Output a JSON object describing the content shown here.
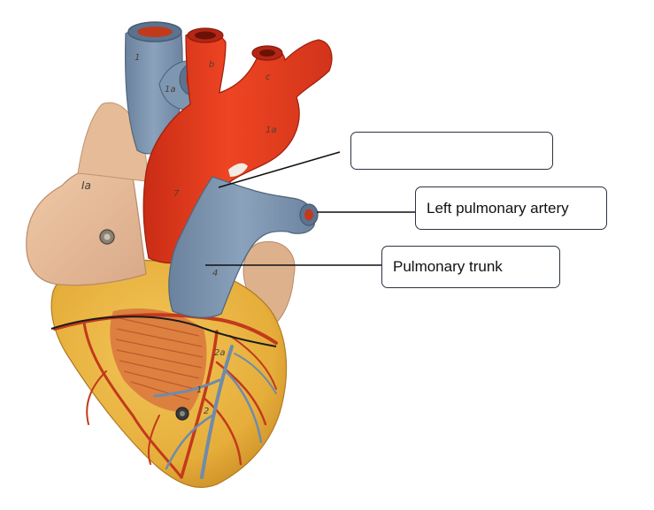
{
  "labels": {
    "blank": "",
    "left_pulmonary_artery": "Left pulmonary artery",
    "pulmonary_trunk": "Pulmonary trunk"
  },
  "model_markings": {
    "svc": "1",
    "vessel_1a": "1a",
    "vessel_b": "b",
    "vessel_c": "c",
    "arch": "1a",
    "aorta": "7",
    "atrium": "Ia",
    "trunk": "4",
    "lower_a": "2a",
    "lower_b": "1",
    "lower_c": "2"
  },
  "colors": {
    "aorta": "#e8391f",
    "vein": "#7f98b3",
    "atrium": "#e9c09b",
    "myocardium": "#e9b43e",
    "vessel": "#c8401f",
    "border": "#2a3440",
    "leader": "#111111"
  }
}
